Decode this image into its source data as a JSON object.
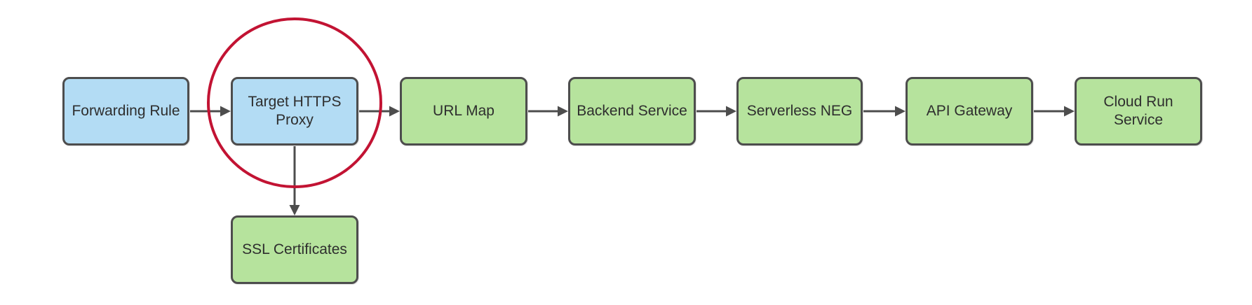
{
  "diagram": {
    "description": "GCP HTTPS load balancing to Cloud Run flow",
    "nodes": [
      {
        "id": "forwarding-rule",
        "label": "Forwarding Rule",
        "fill": "blue"
      },
      {
        "id": "target-https-proxy",
        "label": "Target HTTPS Proxy",
        "fill": "blue",
        "highlighted": true
      },
      {
        "id": "url-map",
        "label": "URL Map",
        "fill": "green"
      },
      {
        "id": "backend-service",
        "label": "Backend Service",
        "fill": "green"
      },
      {
        "id": "serverless-neg",
        "label": "Serverless NEG",
        "fill": "green"
      },
      {
        "id": "api-gateway",
        "label": "API Gateway",
        "fill": "green"
      },
      {
        "id": "cloud-run-service",
        "label": "Cloud Run Service",
        "fill": "green"
      },
      {
        "id": "ssl-certificates",
        "label": "SSL Certificates",
        "fill": "green"
      }
    ],
    "edges": [
      {
        "from": "Forwarding Rule",
        "to": "Target HTTPS Proxy"
      },
      {
        "from": "Target HTTPS Proxy",
        "to": "URL Map"
      },
      {
        "from": "URL Map",
        "to": "Backend Service"
      },
      {
        "from": "Backend Service",
        "to": "Serverless NEG"
      },
      {
        "from": "Serverless NEG",
        "to": "API Gateway"
      },
      {
        "from": "API Gateway",
        "to": "Cloud Run Service"
      },
      {
        "from": "Target HTTPS Proxy",
        "to": "SSL Certificates"
      }
    ],
    "colors": {
      "blue": "#b3dcf4",
      "green": "#b6e39d",
      "border": "#4d4d4d",
      "arrow": "#4d4d4d",
      "highlight_ring": "#c21333",
      "text": "#2e2e2e",
      "background": "#ffffff"
    }
  }
}
